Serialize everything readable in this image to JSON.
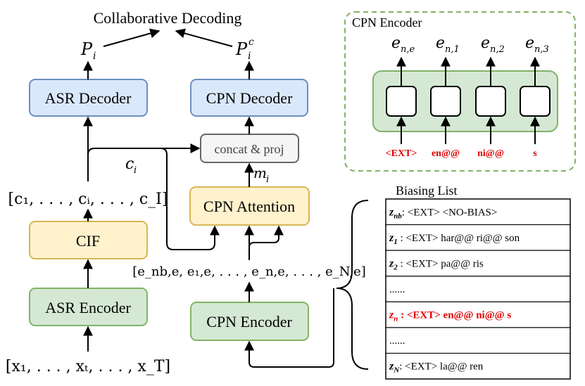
{
  "title": "Collaborative Decoding",
  "boxes": {
    "asr_decoder": "ASR Decoder",
    "cpn_decoder": "CPN Decoder",
    "concat_proj": "concat & proj",
    "cpn_attention": "CPN Attention",
    "cif": "CIF",
    "asr_encoder": "ASR Encoder",
    "cpn_encoder": "CPN Encoder"
  },
  "symbols": {
    "p_i": "P",
    "p_i_sub": "i",
    "p_i_c": "P",
    "p_i_c_sub": "i",
    "p_i_c_sup": "c",
    "c_i": "c",
    "c_i_sub": "i",
    "m_i": "m",
    "m_i_sub": "i"
  },
  "sequences": {
    "c_seq": "[c₁, . . . , cᵢ, . . . , c_I]",
    "e_seq": "[e_nb,e, e₁,e, . . . , e_n,e, . . . , e_N,e]",
    "x_seq": "[x₁, . . . , xₜ, . . . , x_T]"
  },
  "inset": {
    "title": "CPN Encoder",
    "outputs": [
      "e_n,e",
      "e_n,1",
      "e_n,2",
      "e_n,3"
    ],
    "inputs": [
      "<EXT>",
      "en@@",
      "ni@@",
      "s"
    ]
  },
  "biasing_list": {
    "title": "Biasing List",
    "rows": [
      {
        "label": "z",
        "sub": "nb",
        "text": ": <EXT>  <NO-BIAS>",
        "highlight": false
      },
      {
        "label": "z",
        "sub": "1",
        "text": " :  <EXT>  har@@  ri@@  son",
        "highlight": false
      },
      {
        "label": "z",
        "sub": "2",
        "text": " :  <EXT>  pa@@  ris",
        "highlight": false
      },
      {
        "label": "",
        "sub": "",
        "text": "......",
        "highlight": false
      },
      {
        "label": "z",
        "sub": "n",
        "text": " :  <EXT>  en@@   ni@@   s",
        "highlight": true
      },
      {
        "label": "",
        "sub": "",
        "text": "......",
        "highlight": false
      },
      {
        "label": "z",
        "sub": "N",
        "text": ":  <EXT>  la@@  ren",
        "highlight": false
      }
    ]
  },
  "colors": {
    "blue_fill": "#dae8fc",
    "blue_stroke": "#6c8ebf",
    "yellow_fill": "#fff2cc",
    "yellow_stroke": "#d6b656",
    "green_fill": "#d5e8d4",
    "green_stroke": "#82b366",
    "grey_fill": "#f5f5f5",
    "grey_stroke": "#666666",
    "highlight": "#e00000"
  }
}
